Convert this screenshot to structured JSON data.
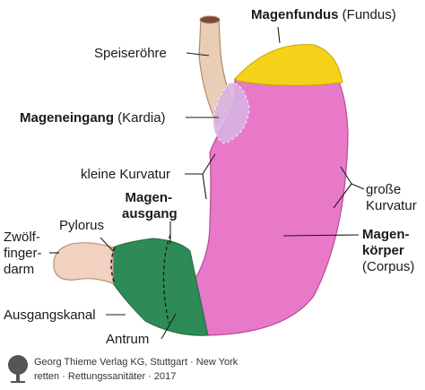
{
  "labels": {
    "fundus_bold": "Magenfundus",
    "fundus_rest": " (Fundus)",
    "speiseroehre": "Speiseröhre",
    "kardia_bold": "Mageneingang",
    "kardia_rest": " (Kardia)",
    "kleine_kurvatur": "kleine Kurvatur",
    "ausgang_1": "Magen-",
    "ausgang_2": "ausgang",
    "grosse_1": "große",
    "grosse_2": "Kurvatur",
    "zwoelf_1": "Zwölf-",
    "zwoelf_2": "finger-",
    "zwoelf_3": "darm",
    "pylorus": "Pylorus",
    "koerper_1": "Magen-",
    "koerper_2": "körper",
    "koerper_3": "(Corpus)",
    "ausgangskanal": "Ausgangskanal",
    "antrum": "Antrum"
  },
  "footer": {
    "line1": "Georg Thieme Verlag KG, Stuttgart · New York",
    "line2": "retten · Rettungssanitäter · 2017"
  },
  "colors": {
    "fundus": "#f4d21a",
    "corpus": "#e879c8",
    "kardia": "#d9b3e3",
    "antrum": "#2e8b57",
    "esophagus": "#e9cdb4",
    "duodenum": "#f1d1bf"
  },
  "icons": [
    "thieme-tree-logo-icon"
  ]
}
